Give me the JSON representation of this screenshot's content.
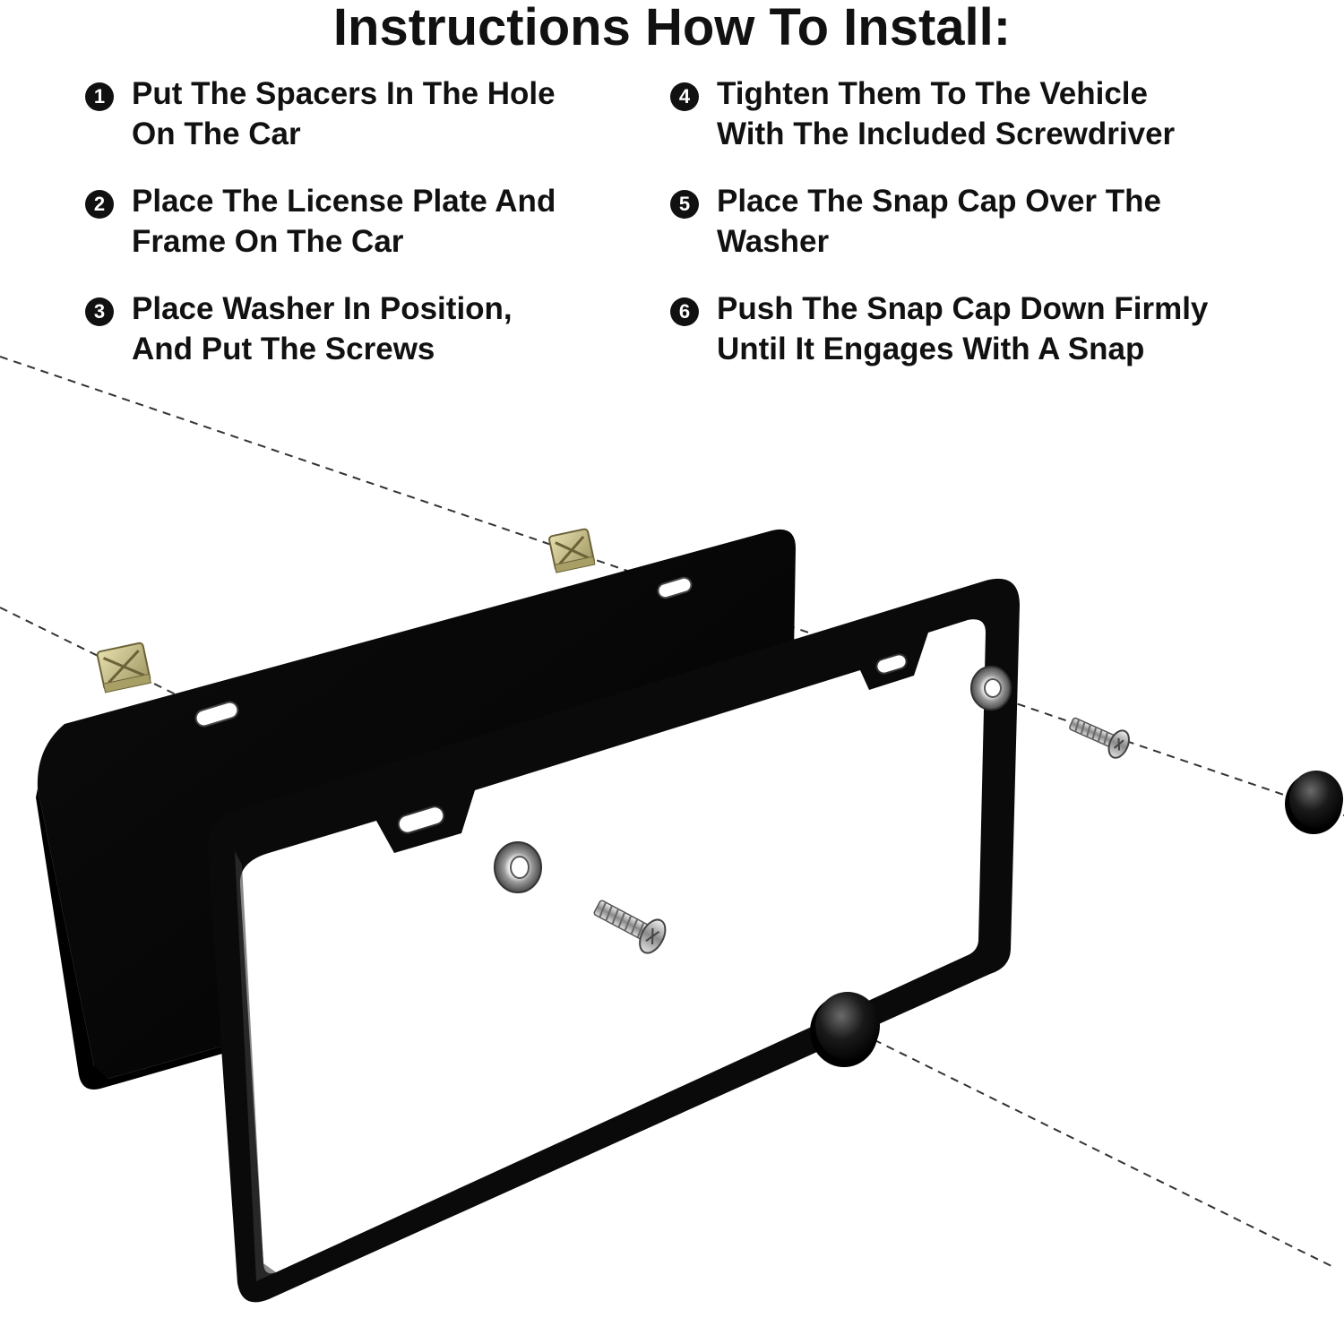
{
  "title": "Instructions How To Install:",
  "steps": [
    {
      "number": "1",
      "text": "Put The Spacers In The Hole\nOn The Car"
    },
    {
      "number": "2",
      "text": "Place The License Plate And\nFrame On The Car"
    },
    {
      "number": "3",
      "text": "Place Washer In Position,\nAnd Put The Screws"
    },
    {
      "number": "4",
      "text": "Tighten Them To The Vehicle\nWith The Included Screwdriver"
    },
    {
      "number": "5",
      "text": "Place The Snap Cap Over The\nWasher"
    },
    {
      "number": "6",
      "text": "Push The Snap Cap Down Firmly\nUntil It Engages With A Snap"
    }
  ],
  "colors": {
    "plate": "#050505",
    "frame": "#0a0a0a",
    "spacer": "#c9c08a",
    "guide_line": "#333333"
  }
}
